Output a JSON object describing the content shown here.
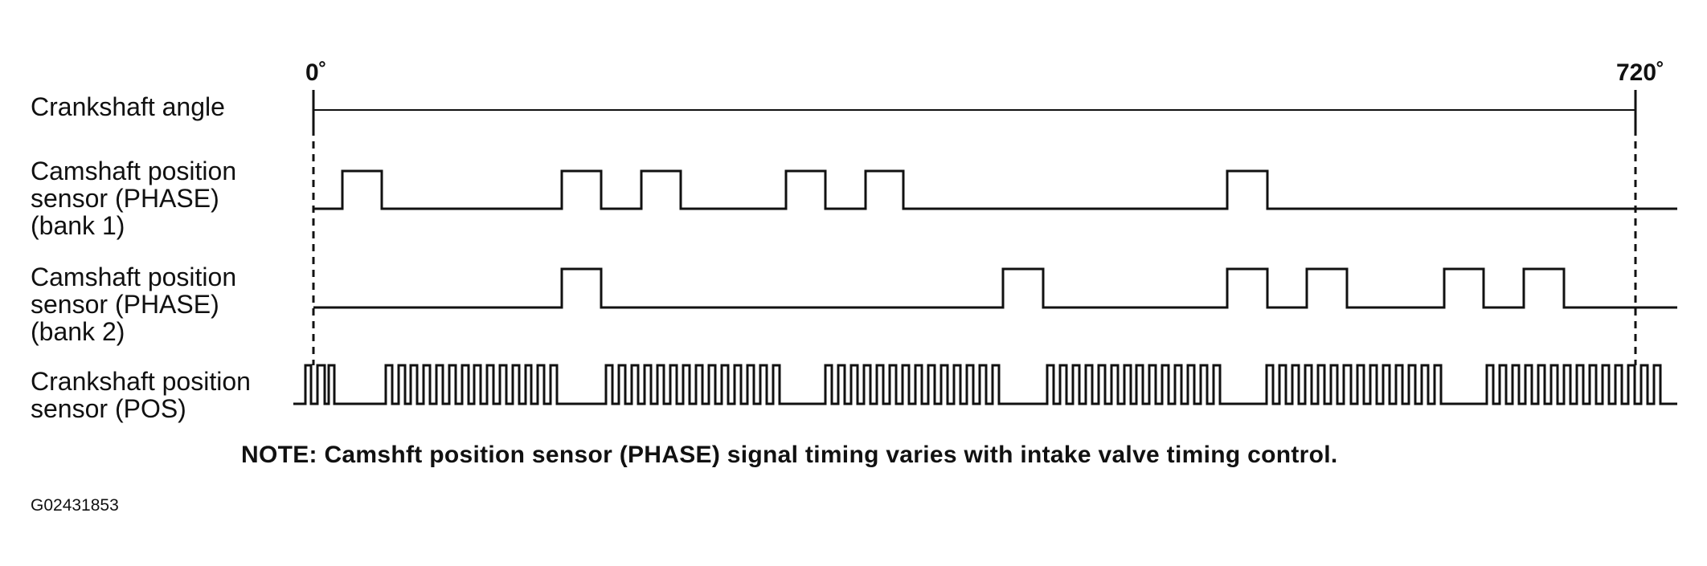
{
  "axis": {
    "start_label": "0˚",
    "end_label": "720˚"
  },
  "signals": [
    {
      "id": "crank-angle",
      "label": "Crankshaft angle"
    },
    {
      "id": "phase-bank1",
      "label": "Camshaft position\nsensor (PHASE)\n(bank 1)"
    },
    {
      "id": "phase-bank2",
      "label": "Camshaft position\nsensor (PHASE)\n(bank 2)"
    },
    {
      "id": "pos",
      "label": "Crankshaft position\nsensor (POS)"
    }
  ],
  "note": "NOTE: Camshft position sensor (PHASE) signal timing varies with intake valve timing control.",
  "figure_code": "G02431853",
  "line_color": "#111111"
}
